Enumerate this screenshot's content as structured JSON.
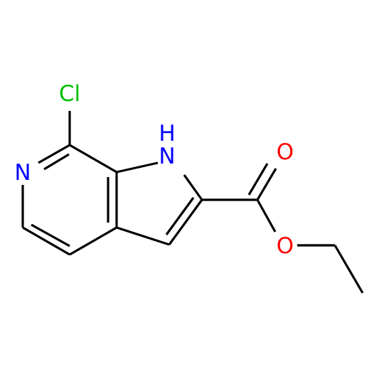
{
  "atoms": {
    "cl": {
      "label": "Cl",
      "color": "#00c000"
    },
    "n_pyridine": {
      "label": "N",
      "color": "#0000ff"
    },
    "nh": {
      "label": "H",
      "color": "#0000ff"
    },
    "nh_n": {
      "label": "N",
      "color": "#0000ff"
    },
    "o_carbonyl": {
      "label": "O",
      "color": "#ff0000"
    },
    "o_ester": {
      "label": "O",
      "color": "#ff0000"
    }
  }
}
